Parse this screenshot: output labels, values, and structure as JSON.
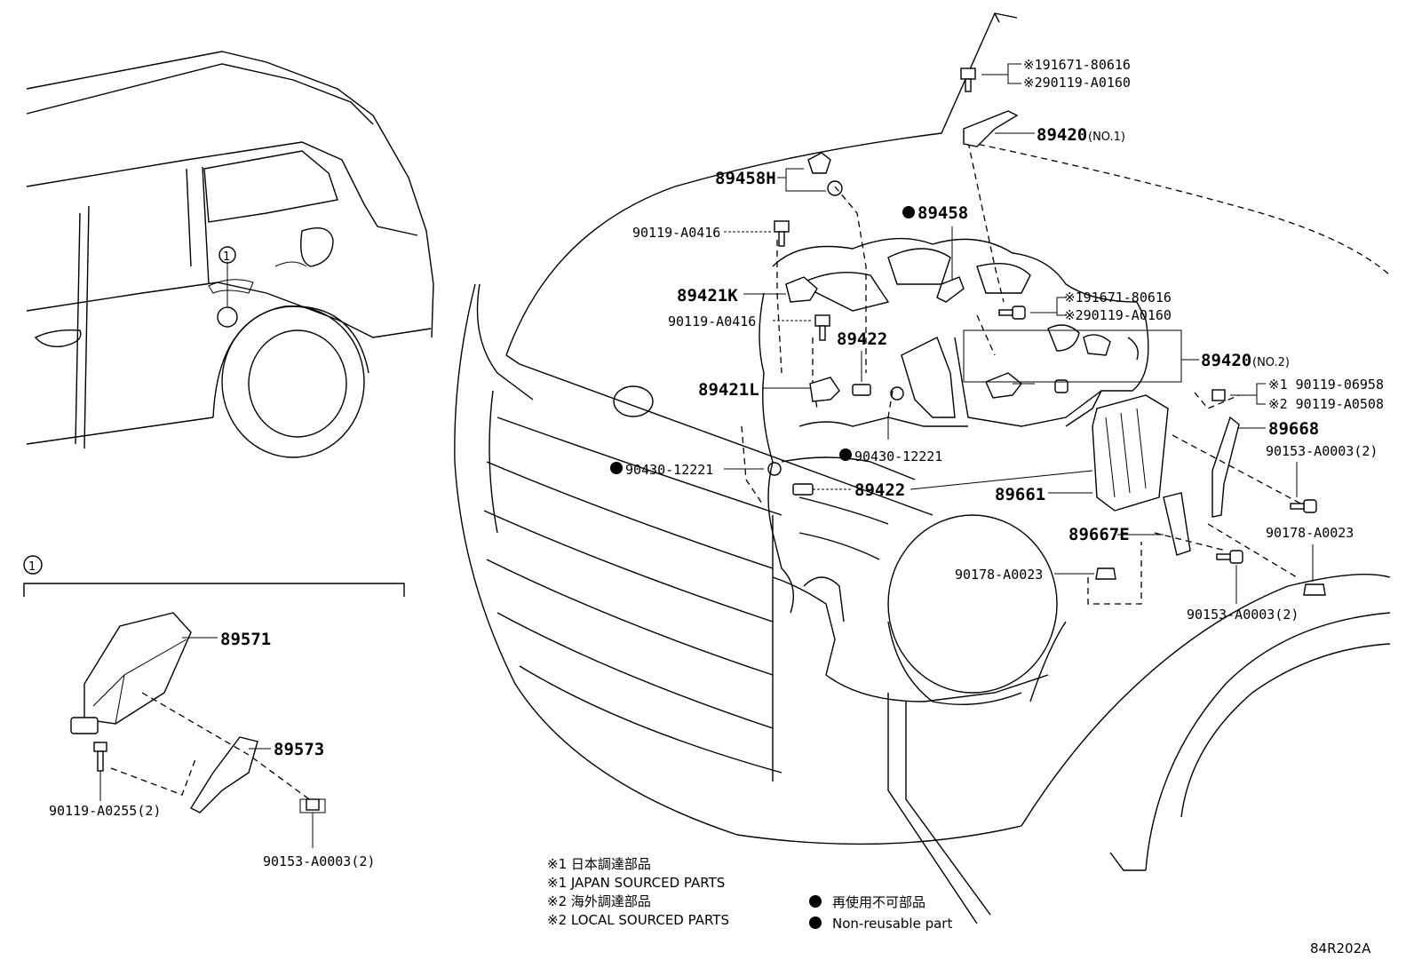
{
  "parts": {
    "p_89420_no1": "89420",
    "p_89420_no1_tag": "(NO.1)",
    "p_89420_no2": "89420",
    "p_89420_no2_tag": "(NO.2)",
    "p_89458h": "89458H",
    "p_89458": "89458",
    "p_90119_a0416_a": "90119-A0416",
    "p_90119_a0416_b": "90119-A0416",
    "p_89421k": "89421K",
    "p_89421l": "89421L",
    "p_89422_a": "89422",
    "p_89422_b": "89422",
    "p_90430_a": "90430-12221",
    "p_90430_b": "90430-12221",
    "p_89661": "89661",
    "p_89667e": "89667E",
    "p_89668": "89668",
    "p_90178_a": "90178-A0023",
    "p_90178_b": "90178-A0023",
    "p_90153_a": "90153-A0003(2)",
    "p_90153_b": "90153-A0003(2)",
    "p_90153_c": "90153-A0003(2)",
    "p_89571": "89571",
    "p_89573": "89573",
    "p_90119_a0255": "90119-A0255(2)",
    "top_ref1": "※191671-80616",
    "top_ref2": "※290119-A0160",
    "mid_ref1": "※191671-80616",
    "mid_ref2": "※290119-A0160",
    "right_ref1": "※1 90119-06958",
    "right_ref2": "※2 90119-A0508"
  },
  "callout": {
    "marker": "1",
    "box_marker": "1"
  },
  "legend": {
    "l1": "※1 日本調達部品",
    "l2": "※1 JAPAN SOURCED PARTS",
    "l3": "※2 海外調達部品",
    "l4": "※2 LOCAL SOURCED PARTS",
    "nonreuse_jp": "再使用不可部品",
    "nonreuse_en": "Non-reusable part"
  },
  "figure_id": "84R202A"
}
